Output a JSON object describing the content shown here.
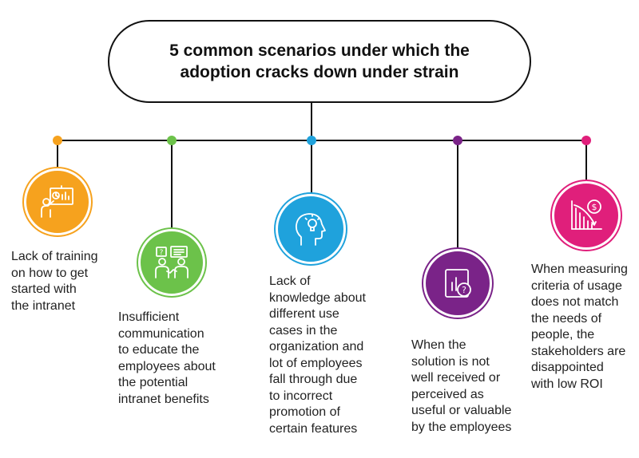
{
  "title": "5 common scenarios under which the adoption cracks down under strain",
  "scenarios": [
    {
      "text": "Lack of training\non how to get\nstarted with\nthe intranet",
      "color": "#F6A21E",
      "icon": "presentation-icon"
    },
    {
      "text": "Insufficient\ncommunication\nto educate the\nemployees about\nthe potential\nintranet benefits",
      "color": "#6CC24A",
      "icon": "discussion-icon"
    },
    {
      "text": "Lack of\nknowledge about\ndifferent use\ncases in the\norganization and\nlot of employees\nfall through due\nto incorrect\npromotion of\ncertain features",
      "color": "#1FA2DC",
      "icon": "head-lightbulb-icon"
    },
    {
      "text": "When the\nsolution is not\nwell received or\nperceived as\nuseful or valuable\nby the employees",
      "color": "#7A2388",
      "icon": "chart-question-icon"
    },
    {
      "text": "When measuring\ncriteria of usage\ndoes not match\nthe needs of\npeople, the\nstakeholders are\ndisappointed\nwith low ROI",
      "color": "#E01F7B",
      "icon": "declining-roi-icon"
    }
  ]
}
